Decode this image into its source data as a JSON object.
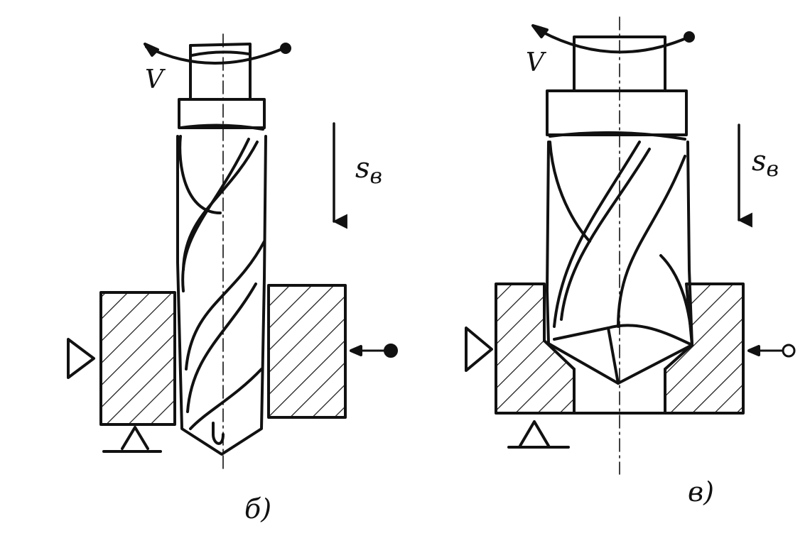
{
  "colors": {
    "ink": "#111111",
    "paper": "#ffffff"
  },
  "diagrams": [
    {
      "id": "b",
      "caption": "б)",
      "speed_label": "V",
      "feed_label": "s",
      "feed_subscript": "в",
      "clamp_marker": "filled-dot"
    },
    {
      "id": "v",
      "caption": "в)",
      "speed_label": "V",
      "feed_label": "s",
      "feed_subscript": "в",
      "clamp_marker": "hollow-dot"
    }
  ]
}
